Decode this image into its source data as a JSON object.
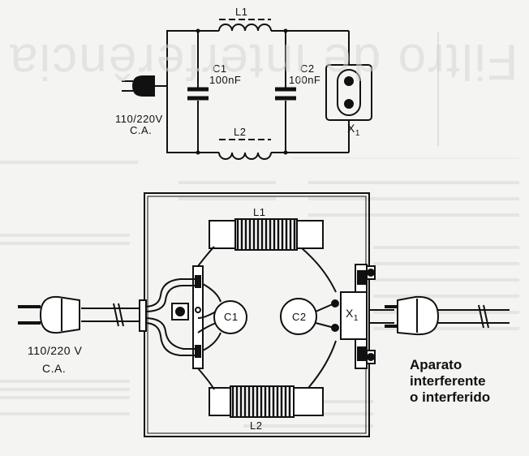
{
  "schematic": {
    "l1_label": "L1",
    "l2_label": "L2",
    "c1_label": "C1",
    "c1_value": "100nF",
    "c2_label": "C2",
    "c2_value": "100nF",
    "x1_label": "X",
    "x1_sub": "1",
    "supply_voltage": "110/220V",
    "supply_type": "C.A."
  },
  "assembly": {
    "l1_label": "L1",
    "l2_label": "L2",
    "c1_label": "C1",
    "c2_label": "C2",
    "x1_label": "X",
    "x1_sub": "1",
    "supply_voltage": "110/220 V",
    "supply_type": "C.A.",
    "device_caption_1": "Aparato",
    "device_caption_2": "interferente",
    "device_caption_3": "o interferido"
  },
  "background_title": "Filtro de interferência"
}
